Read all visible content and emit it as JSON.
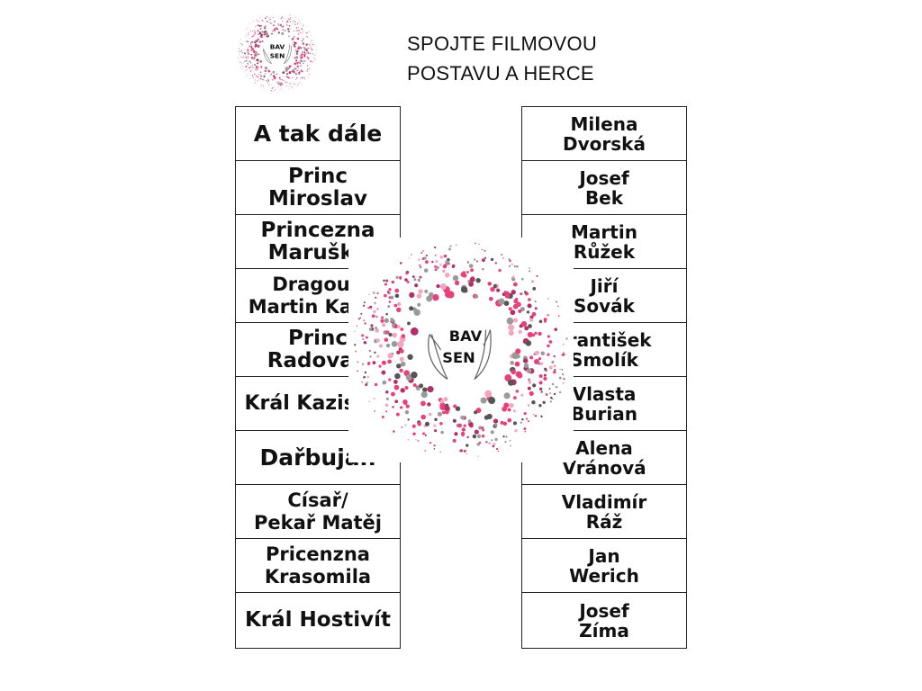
{
  "title": {
    "line1": "SPOJTE FILMOVOU",
    "line2": "POSTAVU A HERCE"
  },
  "logo": {
    "word1": "BAV",
    "word2": "SEN"
  },
  "colors": {
    "pink": "#e8417a",
    "magenta": "#b0306a",
    "grey": "#9a9a9a",
    "dark": "#555555",
    "light": "#f2a6bf"
  },
  "characters": [
    {
      "line1": "A tak dále",
      "line2": ""
    },
    {
      "line1": "Princ",
      "line2": "Miroslav"
    },
    {
      "line1": "Princezna",
      "line2": "Maruška"
    },
    {
      "line1": "Dragoun",
      "line2": "Martin Kabát"
    },
    {
      "line1": "Princ",
      "line2": "Radovan"
    },
    {
      "line1": "Král Kazisvět",
      "line2": ""
    },
    {
      "line1": "Dařbuján",
      "line2": ""
    },
    {
      "line1": "Císař/",
      "line2": "Pekař Matěj"
    },
    {
      "line1": "Pricenzna",
      "line2": "Krasomila"
    },
    {
      "line1": "Král Hostivít",
      "line2": ""
    }
  ],
  "actors": [
    {
      "line1": "Milena",
      "line2": "Dvorská"
    },
    {
      "line1": "Josef",
      "line2": "Bek"
    },
    {
      "line1": "Martin",
      "line2": "Růžek"
    },
    {
      "line1": "Jiří",
      "line2": "Sovák"
    },
    {
      "line1": "František",
      "line2": "Smolík"
    },
    {
      "line1": "Vlasta",
      "line2": "Burian"
    },
    {
      "line1": "Alena",
      "line2": "Vránová"
    },
    {
      "line1": "Vladimír",
      "line2": "Ráž"
    },
    {
      "line1": "Jan",
      "line2": "Werich"
    },
    {
      "line1": "Josef",
      "line2": "Zíma"
    }
  ]
}
